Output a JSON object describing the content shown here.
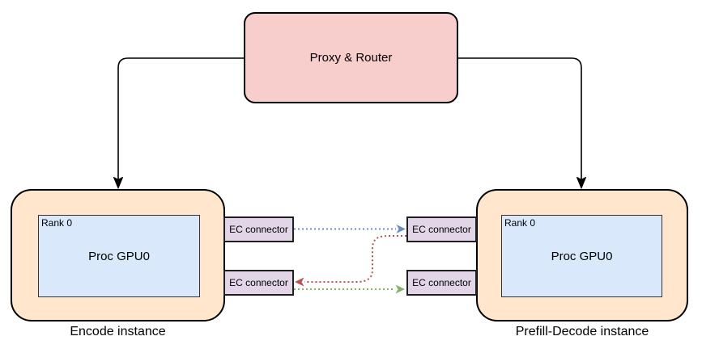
{
  "diagram": {
    "proxy_router": {
      "label": "Proxy & Router"
    },
    "encode": {
      "caption": "Encode instance",
      "gpu": {
        "rank": "Rank 0",
        "name": "Proc GPU0"
      },
      "connector_top": "EC connector",
      "connector_bottom": "EC connector"
    },
    "prefill_decode": {
      "caption": "Prefill-Decode instance",
      "gpu": {
        "rank": "Rank 0",
        "name": "Proc GPU0"
      },
      "connector_top": "EC connector",
      "connector_bottom": "EC connector"
    }
  },
  "colors": {
    "proxy_fill": "#f8cecc",
    "instance_fill": "#ffe6cc",
    "gpu_fill": "#dae8fc",
    "connector_fill": "#e1d5e7",
    "link_blue": "#6c8ebf",
    "link_red": "#b85450",
    "link_green": "#82b366",
    "arrow_black": "#000000"
  }
}
